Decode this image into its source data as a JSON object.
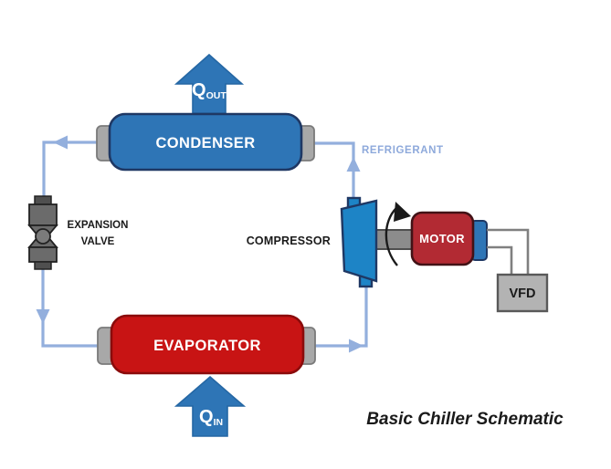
{
  "caption": "Basic Chiller Schematic",
  "components": {
    "condenser": {
      "label": "CONDENSER"
    },
    "evaporator": {
      "label": "EVAPORATOR"
    },
    "compressor": {
      "label": "COMPRESSOR"
    },
    "motor": {
      "label": "MOTOR"
    },
    "vfd": {
      "label": "VFD"
    },
    "expansion_valve": {
      "label_line1": "EXPANSION",
      "label_line2": "VALVE"
    },
    "refrigerant": {
      "label": "REFRIGERANT"
    }
  },
  "heat_flows": {
    "q_out": {
      "symbol": "Q",
      "subscript": "OUT"
    },
    "q_in": {
      "symbol": "Q",
      "subscript": "IN"
    }
  },
  "colors": {
    "pipe": "#93afdd",
    "blue_fill": "#2e75b6",
    "blue_border": "#1f3864",
    "arrow_border": "#2567a4",
    "compressor_fill": "#1d84c6",
    "red_fill": "#c81414",
    "red_border": "#8b0b0b",
    "motor_fill": "#b22a33",
    "motor_border": "#421216",
    "gray_cap": "#a8a8a8",
    "gray_cap_border": "#7a7a7a",
    "valve_fill": "#6b6b6b",
    "valve_dark": "#4f4f4f",
    "valve_ball": "#7b7b7b",
    "valve_border": "#222222",
    "shaft_fill": "#8c8c8c",
    "shaft_border": "#4f4f4f",
    "wire": "#808080",
    "vfd_fill": "#b3b3b3",
    "vfd_border": "#595959",
    "refrigerant_label": "#8ea9db",
    "text_dark": "#1a1a1a",
    "text_light": "#ffffff"
  }
}
